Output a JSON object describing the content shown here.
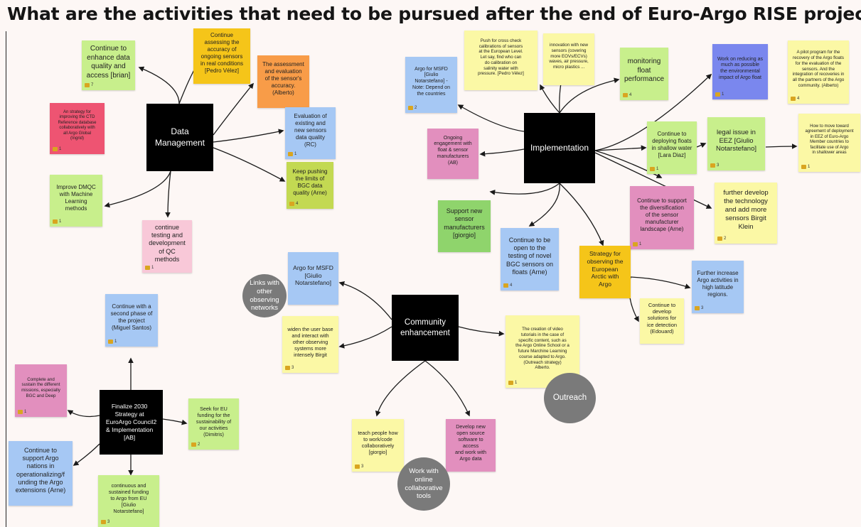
{
  "title": "What are the activities that need to be pursued after the end of Euro-Argo RISE project?",
  "colors": {
    "yellow": "#fbf8a5",
    "green": "#c8ef8c",
    "blue": "#a6c8f4",
    "pink": "#e28fbe",
    "orange": "#f89c48",
    "gold": "#f5c519",
    "red": "#ee5472",
    "indigo": "#7a87ee",
    "lightpink": "#f8c8d8",
    "darkgreen": "#8fd46c",
    "lime": "#c3d952",
    "hub": "#000000",
    "circle": "#7a7a7a"
  },
  "hubs": {
    "data_management": "Data\nManagement",
    "implementation": "Implementation",
    "community": "Community\nenhancement",
    "finalize": "Finalize 2030\nStrategy at\nEuroArgo Council\n& Implementation\n[AB]",
    "finalize_votes": "2"
  },
  "circles": {
    "links": "Links with\nother\nobserving\nnetworks",
    "outreach": "Outreach",
    "collab": "Work with\nonline\ncollaborative\ntools"
  },
  "notes": {
    "enhance_data": {
      "text": "Continue to\nenhance data\nquality and\naccess [brian]",
      "votes": "7"
    },
    "assessing_accuracy": {
      "text": "Continue\nassessing the\naccuracy of\nongoing sensors\nin real conditions\n[Pedro Vélez]",
      "votes": ""
    },
    "assessment_eval": {
      "text": "The assessment\nand evaluation\nof the sensor's\naccuracy.\n(Alberto)",
      "votes": ""
    },
    "ctd_strategy": {
      "text": "An strategy for\nimproving the CTD\nReference database\ncollaboratively with\nall Argo Global\n(Ingrid)",
      "votes": "1"
    },
    "eval_sensors": {
      "text": "Evaluation of\nexisting and\nnew sensors\ndata quality (RC)",
      "votes": "1"
    },
    "bgc_limits": {
      "text": "Keep pushing\nthe limits of\nBGC data\nquality (Arne)",
      "votes": "4"
    },
    "dmqc_ml": {
      "text": "Improve DMQC\nwith Machine\nLearning\nmethods",
      "votes": "1"
    },
    "qc_methods": {
      "text": "continue\ntesting and\ndevelopment\nof QC methods",
      "votes": "1"
    },
    "push_cross": {
      "text": "Push for cross check\ncalibrations of sensors\nat the European Level.\nLet say, find who can\ndo calibration on\nsalinity water with\npressure. [Pedro Vélez]",
      "votes": ""
    },
    "innovation": {
      "text": "innovation with new\nsensors (covering\nmore EOVs/ECVs)\nwaves, air pressure,\nmicro plastics ...",
      "votes": ""
    },
    "monitoring": {
      "text": "monitoring\nfloat\nperformance",
      "votes": "4"
    },
    "env_impact": {
      "text": "Work on reducing as\nmuch as possible\nthe environmental\nimpact of Argo float",
      "votes": "1"
    },
    "pilot_program": {
      "text": "A pilot program for the\nrecovery of the Argo floats\nfor the evaluation of the\nsensors. And the\nintegration of recoveries in\nall the partners of the Argo\ncommunity. (Alberto)",
      "votes": "4"
    },
    "argo_msfd_impl": {
      "text": "Argo for MSFD\n[Giulio\nNotarstefano] -\nNote: Depend on\nthe countries",
      "votes": "2"
    },
    "engagement": {
      "text": "Ongoing\nengagement with\nfloat & sensor\nmanufacturers\n(AB)",
      "votes": ""
    },
    "shallow_water": {
      "text": "Continue to\ndeploying floats\nin shallow water\n[Lara Diaz]",
      "votes": "1"
    },
    "legal_eez": {
      "text": "legal issue in\nEEZ [Giulio\nNotarstefano]",
      "votes": "3"
    },
    "agreement": {
      "text": "How to move toward\nagreement of deployment\nin EEZ of Euro-Argo\nMember countries to\nfacilitate use of Argo\nin shallower areas",
      "votes": "1"
    },
    "diversification": {
      "text": "Continue to support\nthe diversification\nof the sensor\nmanufacturer\nlandscape (Arne)",
      "votes": "1"
    },
    "further_tech": {
      "text": "further develop\nthe technology\nand add more\nsensors Birgit\nKlein",
      "votes": "2"
    },
    "support_manuf": {
      "text": "Support new\nsensor\nmanufacturers\n[giorgio]",
      "votes": ""
    },
    "novel_bgc": {
      "text": "Continue to be\nopen to the\ntesting of novel\nBGC sensors on\nfloats (Arne)",
      "votes": "4"
    },
    "arctic": {
      "text": "Strategy for\nobserving the\nEuropean\nArctic with\nArgo",
      "votes": ""
    },
    "high_latitude": {
      "text": "Further increase\nArgo activities in\nhigh latitude\nregions.",
      "votes": "3"
    },
    "ice_detection": {
      "text": "Continue to\ndevelop\nsolutions for\nice detection\n(Edouard)",
      "votes": ""
    },
    "argo_msfd_comm": {
      "text": "Argo for MSFD\n[Giulio\nNotarstefano]",
      "votes": ""
    },
    "widen_user": {
      "text": "widen the user base\nand interact with\nother observing\nsystems more\nintensely Birgit",
      "votes": "3"
    },
    "video_tutorials": {
      "text": "The creation of video\ntutorials in the case of\nspecific content, such as\nthe Argo Online School or a\nfuture Marchine Learning\ncourse adapted to Argo.\n(Outreach strategy)\nAlberto.",
      "votes": "1"
    },
    "teach_people": {
      "text": "teach people how\nto work/code\ncollaboratively\n[giorgio]",
      "votes": "3"
    },
    "open_source": {
      "text": "Develop new\nopen source\nsoftware to access\nand work with\nArgo data",
      "votes": ""
    },
    "second_phase": {
      "text": "Continue with a\nsecond phase of\nthe project\n(Miguel Santos)",
      "votes": "1"
    },
    "complete_missions": {
      "text": "Complete and\nsustain the different\nmissions, especially\nBGC and Deep",
      "votes": "1"
    },
    "eu_funding": {
      "text": "Seek for EU\nfunding for the\nsustainability of\nour activities\n(Dimitris)",
      "votes": "2"
    },
    "support_nations": {
      "text": "Continue to\nsupport Argo\nnations in\noperationalizing/f\nunding the Argo\nextensions (Arne)",
      "votes": ""
    },
    "sustained_funding": {
      "text": "continuous and\nsustained funding\nto Argo from EU\n[Giulio\nNotarstefano]",
      "votes": "3"
    }
  }
}
